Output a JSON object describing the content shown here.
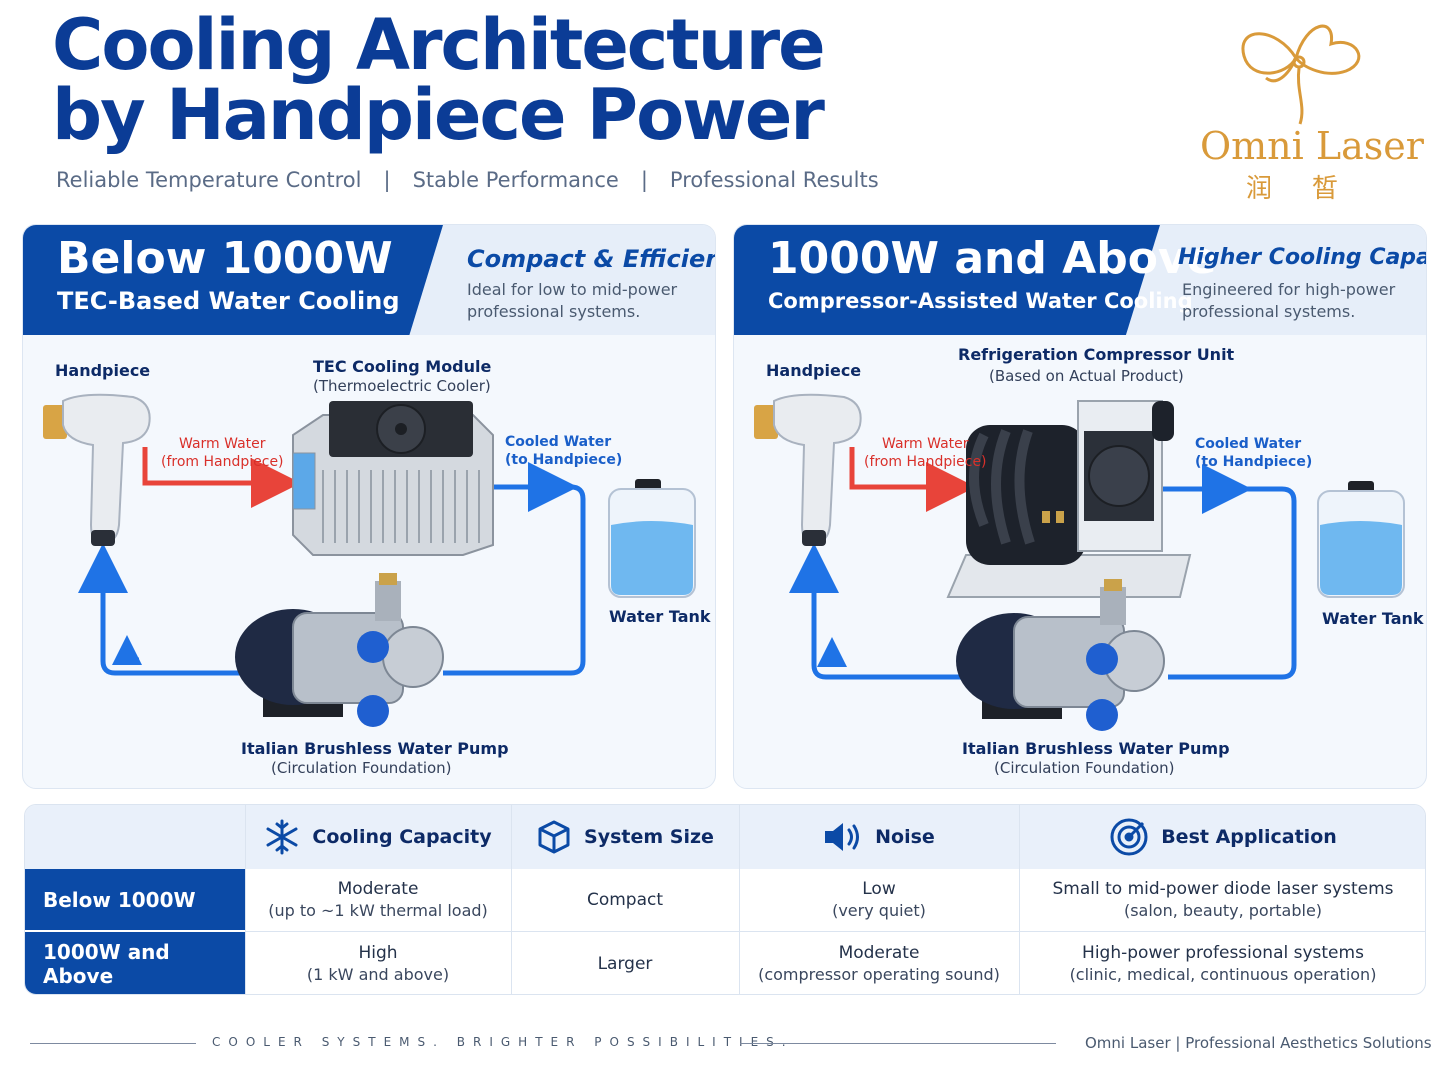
{
  "header": {
    "title_line1": "Cooling Architecture",
    "title_line2": "by Handpiece Power",
    "subtitle_items": [
      "Reliable Temperature Control",
      "Stable Performance",
      "Professional Results"
    ],
    "subtitle_separator": "|"
  },
  "logo": {
    "name": "Omni Laser",
    "chinese": "润皙"
  },
  "colors": {
    "brand_blue": "#0b4aa6",
    "title_blue": "#0b3c96",
    "warm_red": "#e8443a",
    "cool_blue": "#1f73e6",
    "gold": "#d99a3a"
  },
  "panels": [
    {
      "title": "Below 1000W",
      "subtitle": "TEC-Based Water Cooling",
      "tagline": "Compact & Efficient",
      "description": "Ideal for low to mid-power professional systems.",
      "handpiece_label": "Handpiece",
      "module_label": "TEC Cooling Module",
      "module_sub": "(Thermoelectric Cooler)",
      "warm_label": "Warm Water",
      "warm_sub": "(from Handpiece)",
      "cool_label": "Cooled Water",
      "cool_sub": "(to Handpiece)",
      "tank_label": "Water Tank",
      "pump_label": "Italian Brushless Water Pump",
      "pump_sub": "(Circulation Foundation)"
    },
    {
      "title": "1000W and Above",
      "subtitle": "Compressor-Assisted Water Cooling",
      "tagline": "Higher Cooling Capacity",
      "description": "Engineered for high-power professional systems.",
      "handpiece_label": "Handpiece",
      "module_label": "Refrigeration Compressor Unit",
      "module_sub": "(Based on Actual Product)",
      "warm_label": "Warm Water",
      "warm_sub": "(from Handpiece)",
      "cool_label": "Cooled Water",
      "cool_sub": "(to Handpiece)",
      "tank_label": "Water Tank",
      "pump_label": "Italian Brushless Water Pump",
      "pump_sub": "(Circulation Foundation)"
    }
  ],
  "table": {
    "headers": [
      {
        "label": "Cooling Capacity",
        "icon": "snowflake-icon"
      },
      {
        "label": "System Size",
        "icon": "cube-icon"
      },
      {
        "label": "Noise",
        "icon": "speaker-icon"
      },
      {
        "label": "Best Application",
        "icon": "target-icon"
      }
    ],
    "rows": [
      {
        "label": "Below 1000W",
        "cooling": "Moderate",
        "cooling_sub": "(up to ~1 kW thermal load)",
        "size": "Compact",
        "noise": "Low",
        "noise_sub": "(very quiet)",
        "application": "Small to mid-power diode laser systems",
        "application_sub": "(salon, beauty, portable)"
      },
      {
        "label": "1000W and Above",
        "cooling": "High",
        "cooling_sub": "(1 kW and above)",
        "size": "Larger",
        "noise": "Moderate",
        "noise_sub": "(compressor operating sound)",
        "application": "High-power professional systems",
        "application_sub": "(clinic, medical, continuous operation)"
      }
    ]
  },
  "footer": {
    "tagline": "COOLER SYSTEMS. BRIGHTER POSSIBILITIES.",
    "brand": "Omni Laser",
    "separator": "|",
    "brand_tag": "Professional Aesthetics Solutions"
  }
}
